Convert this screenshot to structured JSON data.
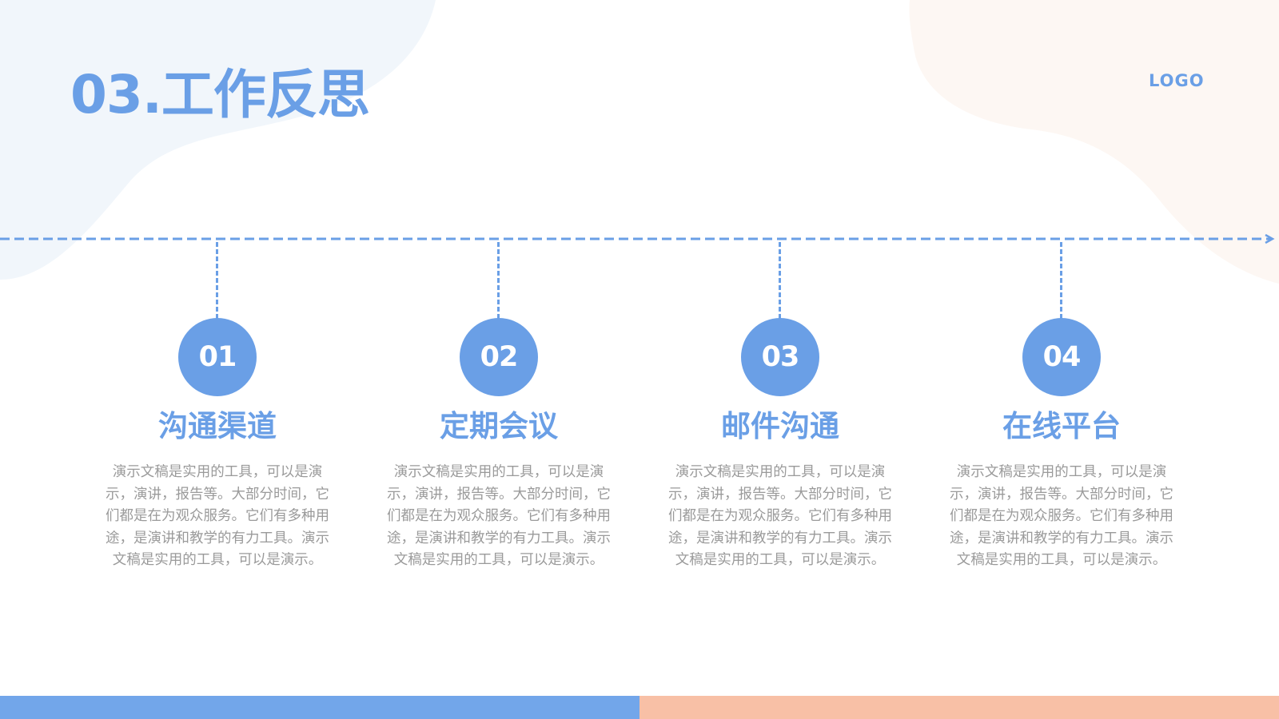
{
  "slide": {
    "title": "03.工作反思",
    "logo": "LOGO",
    "items": [
      {
        "number": "01",
        "heading": "沟通渠道",
        "description": "演示文稿是实用的工具，可以是演示，演讲，报告等。大部分时间，它们都是在为观众服务。它们有多种用途，是演讲和教学的有力工具。演示文稿是实用的工具，可以是演示。"
      },
      {
        "number": "02",
        "heading": "定期会议",
        "description": "演示文稿是实用的工具，可以是演示，演讲，报告等。大部分时间，它们都是在为观众服务。它们有多种用途，是演讲和教学的有力工具。演示文稿是实用的工具，可以是演示。"
      },
      {
        "number": "03",
        "heading": "邮件沟通",
        "description": "演示文稿是实用的工具，可以是演示，演讲，报告等。大部分时间，它们都是在为观众服务。它们有多种用途，是演讲和教学的有力工具。演示文稿是实用的工具，可以是演示。"
      },
      {
        "number": "04",
        "heading": "在线平台",
        "description": "演示文稿是实用的工具，可以是演示，演讲，报告等。大部分时间，它们都是在为观众服务。它们有多种用途，是演讲和教学的有力工具。演示文稿是实用的工具，可以是演示。"
      }
    ]
  },
  "colors": {
    "accent_blue": "#6a9fe6",
    "accent_peach": "#f8c0a6",
    "text_gray": "#9a9a9a",
    "blob_blue": "#f1f6fb",
    "blob_peach": "#fdf7f3"
  }
}
